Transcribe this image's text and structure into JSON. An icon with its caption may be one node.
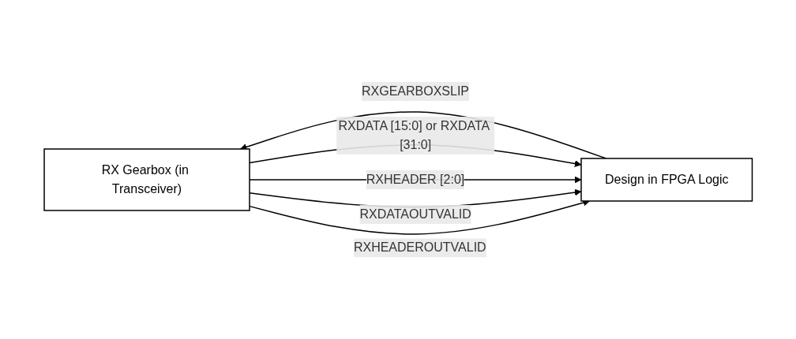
{
  "diagram": {
    "nodes": [
      {
        "text": [
          "Design in FPGA Logic"
        ]
      },
      {
        "text": [
          "RX Gearbox (in Transceiver)"
        ]
      }
    ],
    "edges": [
      {
        "from": 1,
        "to": 0,
        "arrow": "to",
        "label": "RXDATA [15:0] or RXDATA [31:0]"
      },
      {
        "from": 1,
        "to": 0,
        "arrow": "to",
        "label": "RXHEADER [2:0]"
      },
      {
        "from": 1,
        "to": 0,
        "arrow": "to",
        "label": "RXDATAOUTVALID"
      },
      {
        "from": 1,
        "to": 0,
        "arrow": "to",
        "label": "RXHEADEROUTVALID"
      },
      {
        "from": 0,
        "to": 1,
        "arrow": "to",
        "label": "RXGEARBOXSLIP"
      }
    ]
  }
}
